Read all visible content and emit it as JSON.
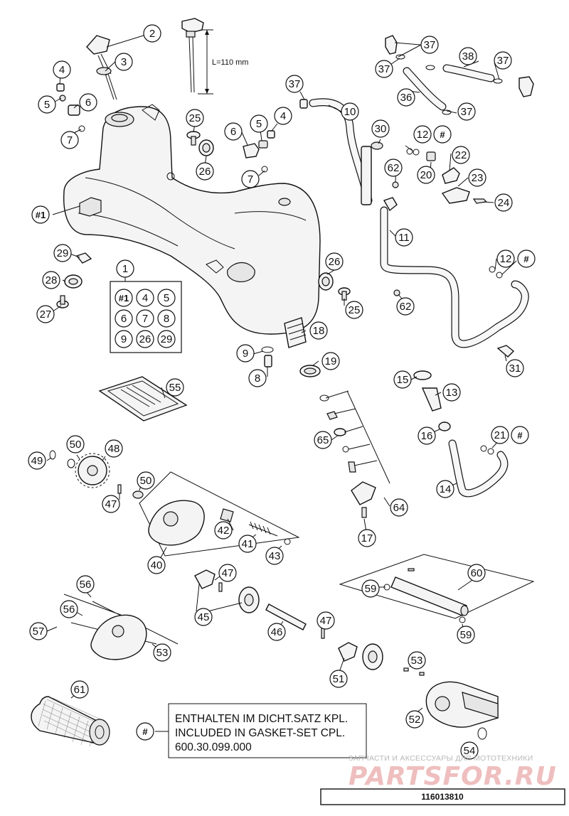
{
  "diagram": {
    "dimension_label": "L=110 mm",
    "note": {
      "symbol": "#",
      "lines": [
        "ENTHALTEN IM DICHT.SATZ KPL.",
        "INCLUDED IN GASKET-SET CPL.",
        "600.30.099.000"
      ]
    },
    "set_box": {
      "title": "1",
      "items": [
        "#1",
        "4",
        "5",
        "6",
        "7",
        "8",
        "9",
        "26",
        "29"
      ]
    },
    "drawing_number": "116013810",
    "watermark": {
      "line1": "ЗАПЧАСТИ И АКСЕССУАРЫ ДЛЯ МОТОТЕХНИКИ",
      "line2": "PARTSFOR.RU"
    },
    "callouts": [
      {
        "id": "c2",
        "label": "2"
      },
      {
        "id": "c3",
        "label": "3"
      },
      {
        "id": "c4a",
        "label": "4"
      },
      {
        "id": "c5a",
        "label": "5"
      },
      {
        "id": "c6a",
        "label": "6"
      },
      {
        "id": "c7a",
        "label": "7"
      },
      {
        "id": "c1h",
        "label": "#1"
      },
      {
        "id": "c25a",
        "label": "25"
      },
      {
        "id": "c26a",
        "label": "26"
      },
      {
        "id": "c6b",
        "label": "6"
      },
      {
        "id": "c5b",
        "label": "5"
      },
      {
        "id": "c4b",
        "label": "4"
      },
      {
        "id": "c7b",
        "label": "7"
      },
      {
        "id": "c37a",
        "label": "37"
      },
      {
        "id": "c10",
        "label": "10"
      },
      {
        "id": "c37b",
        "label": "37"
      },
      {
        "id": "c38",
        "label": "38"
      },
      {
        "id": "c37c",
        "label": "37"
      },
      {
        "id": "c37d",
        "label": "37"
      },
      {
        "id": "c36",
        "label": "36"
      },
      {
        "id": "c37e",
        "label": "37"
      },
      {
        "id": "c30",
        "label": "30"
      },
      {
        "id": "c12a",
        "label": "12"
      },
      {
        "id": "chA",
        "label": "#"
      },
      {
        "id": "c22",
        "label": "22"
      },
      {
        "id": "c62a",
        "label": "62"
      },
      {
        "id": "c20",
        "label": "20"
      },
      {
        "id": "c23",
        "label": "23"
      },
      {
        "id": "c24",
        "label": "24"
      },
      {
        "id": "c11",
        "label": "11"
      },
      {
        "id": "c12b",
        "label": "12"
      },
      {
        "id": "chB",
        "label": "#"
      },
      {
        "id": "c29",
        "label": "29"
      },
      {
        "id": "c28",
        "label": "28"
      },
      {
        "id": "c27",
        "label": "27"
      },
      {
        "id": "c26b",
        "label": "26"
      },
      {
        "id": "c25b",
        "label": "25"
      },
      {
        "id": "c62b",
        "label": "62"
      },
      {
        "id": "c18",
        "label": "18"
      },
      {
        "id": "c9",
        "label": "9"
      },
      {
        "id": "c19",
        "label": "19"
      },
      {
        "id": "c8",
        "label": "8"
      },
      {
        "id": "c31",
        "label": "31"
      },
      {
        "id": "c15",
        "label": "15"
      },
      {
        "id": "c13",
        "label": "13"
      },
      {
        "id": "c55",
        "label": "55"
      },
      {
        "id": "c65",
        "label": "65"
      },
      {
        "id": "c16",
        "label": "16"
      },
      {
        "id": "c21",
        "label": "21"
      },
      {
        "id": "chC",
        "label": "#"
      },
      {
        "id": "c14",
        "label": "14"
      },
      {
        "id": "c64",
        "label": "64"
      },
      {
        "id": "c17",
        "label": "17"
      },
      {
        "id": "c50a",
        "label": "50"
      },
      {
        "id": "c48",
        "label": "48"
      },
      {
        "id": "c49",
        "label": "49"
      },
      {
        "id": "c50b",
        "label": "50"
      },
      {
        "id": "c47a",
        "label": "47"
      },
      {
        "id": "c42",
        "label": "42"
      },
      {
        "id": "c41",
        "label": "41"
      },
      {
        "id": "c43",
        "label": "43"
      },
      {
        "id": "c40",
        "label": "40"
      },
      {
        "id": "c47b",
        "label": "47"
      },
      {
        "id": "c45",
        "label": "45"
      },
      {
        "id": "c56a",
        "label": "56"
      },
      {
        "id": "c56b",
        "label": "56"
      },
      {
        "id": "c57",
        "label": "57"
      },
      {
        "id": "c53a",
        "label": "53"
      },
      {
        "id": "c47c",
        "label": "47"
      },
      {
        "id": "c46",
        "label": "46"
      },
      {
        "id": "c60",
        "label": "60"
      },
      {
        "id": "c59a",
        "label": "59"
      },
      {
        "id": "c59b",
        "label": "59"
      },
      {
        "id": "c53b",
        "label": "53"
      },
      {
        "id": "c51",
        "label": "51"
      },
      {
        "id": "c52",
        "label": "52"
      },
      {
        "id": "c61",
        "label": "61"
      },
      {
        "id": "chD",
        "label": "#"
      },
      {
        "id": "c54",
        "label": "54"
      }
    ]
  }
}
